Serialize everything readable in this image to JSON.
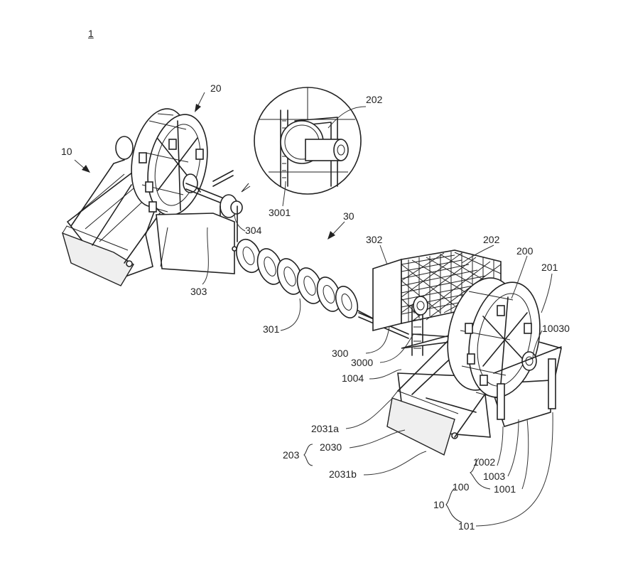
{
  "figure_number": "1",
  "labels": {
    "l10_left": "10",
    "l20": "20",
    "l202_top": "202",
    "l3001": "3001",
    "l304": "304",
    "l303": "303",
    "l30": "30",
    "l302": "302",
    "l202_right": "202",
    "l200": "200",
    "l201": "201",
    "l10030": "10030",
    "l301": "301",
    "l300": "300",
    "l3000": "3000",
    "l1004": "1004",
    "l2031a": "2031a",
    "l203": "203",
    "l2030": "2030",
    "l2031b": "2031b",
    "l1002": "1002",
    "l1003": "1003",
    "l100": "100",
    "l1001": "1001",
    "l10_bottom": "10",
    "l101": "101"
  }
}
